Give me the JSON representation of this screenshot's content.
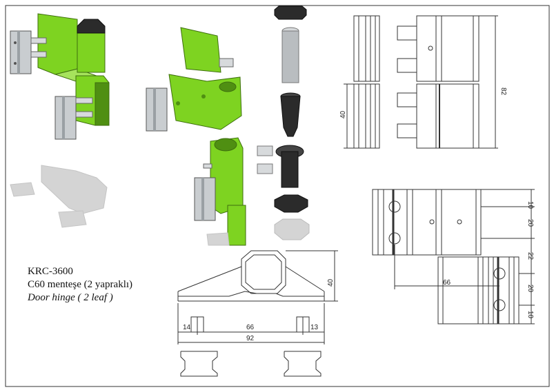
{
  "caption": {
    "code": "KRC-3600",
    "name_tr": "C60 menteşe (2 yapraklı)",
    "name_en": "Door hinge ( 2 leaf )"
  },
  "dimensions": {
    "top_side": {
      "height": "40",
      "total_height": "82"
    },
    "plan": {
      "d1": "10",
      "d2": "20",
      "d3": "22",
      "d4": "20",
      "d5": "10",
      "offset": "66"
    },
    "section": {
      "height": "40",
      "left": "14",
      "center": "66",
      "right": "13",
      "total": "92"
    }
  },
  "colors": {
    "green": "#7ed321",
    "dark_green": "#4f8f12",
    "aluminium": "#c9cdd0",
    "black": "#222222",
    "line": "#333333"
  }
}
